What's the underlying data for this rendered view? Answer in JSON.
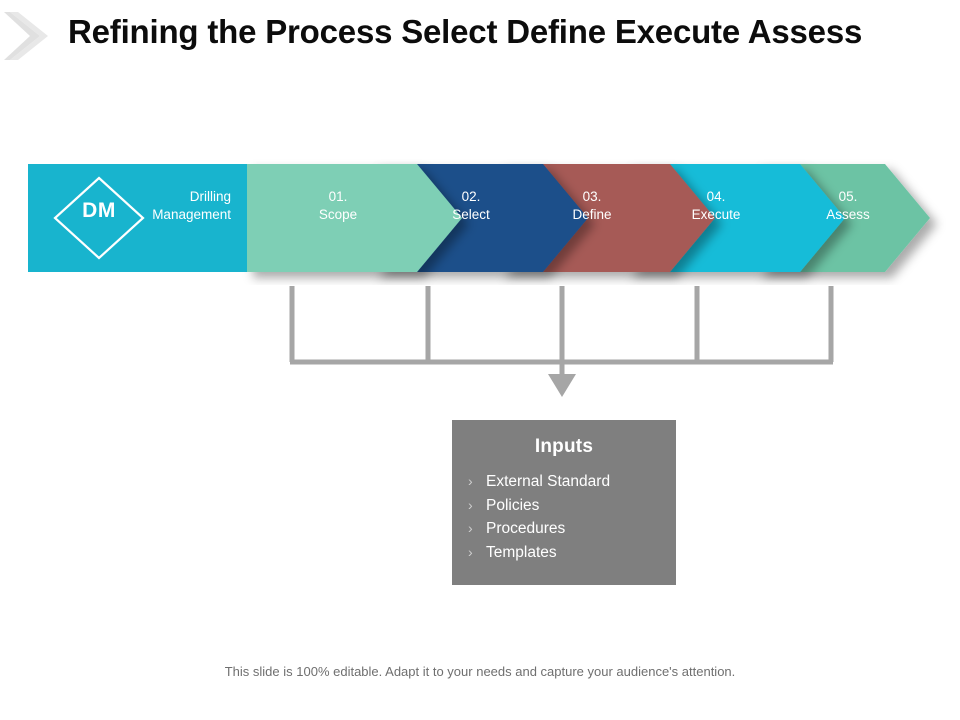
{
  "title": "Refining the Process Select Define Execute Assess",
  "decoration": {
    "chevron_icon": "chevron-right-icon",
    "color": "#e3e3e3"
  },
  "process_band": {
    "segments": [
      {
        "id": "dm",
        "shape": "rect",
        "badge": "DM",
        "label_line1": "Drilling",
        "label_line2": "Management",
        "color": "#18b4ce"
      },
      {
        "id": "scope",
        "shape": "chevron",
        "number": "01.",
        "label": "Scope",
        "color": "#7ecfb5"
      },
      {
        "id": "select",
        "shape": "chevron",
        "number": "02.",
        "label": "Select",
        "color": "#1d4f8a"
      },
      {
        "id": "define",
        "shape": "chevron",
        "number": "03.",
        "label": "Define",
        "color": "#a65a57"
      },
      {
        "id": "execute",
        "shape": "chevron",
        "number": "04.",
        "label": "Execute",
        "color": "#17bcd8"
      },
      {
        "id": "assess",
        "shape": "chevron",
        "number": "05.",
        "label": "Assess",
        "color": "#6cc3a4"
      }
    ]
  },
  "connectors": {
    "color": "#a6a6a6",
    "arrow_icon": "arrow-down-icon",
    "branch_count": 5
  },
  "inputs_panel": {
    "title": "Inputs",
    "background": "#7f7f7f",
    "bullet_glyph": "›",
    "items": [
      "External Standard",
      "Policies",
      "Procedures",
      "Templates"
    ]
  },
  "footer": {
    "note": "This slide is 100% editable. Adapt it to your needs and capture your audience's attention."
  }
}
